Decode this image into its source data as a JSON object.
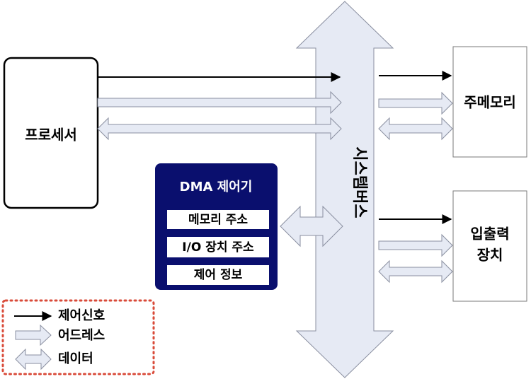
{
  "processor": {
    "label": "프로세서"
  },
  "memory": {
    "label": "주메모리"
  },
  "io": {
    "line1": "입출력",
    "line2": "장치"
  },
  "bus": {
    "label": "시스템버스"
  },
  "dma": {
    "title": "DMA 제어기",
    "registers": [
      "메모리 주소",
      "I/O 장치 주소",
      "제어 정보"
    ]
  },
  "legend": {
    "control": "제어신호",
    "address": "어드레스",
    "data": "데이터"
  },
  "colors": {
    "dma_fill": "#0a0f6e",
    "arrow_fill": "#e6eaf4",
    "arrow_stroke": "#8a8fa0",
    "legend_border": "#d94b3a"
  }
}
